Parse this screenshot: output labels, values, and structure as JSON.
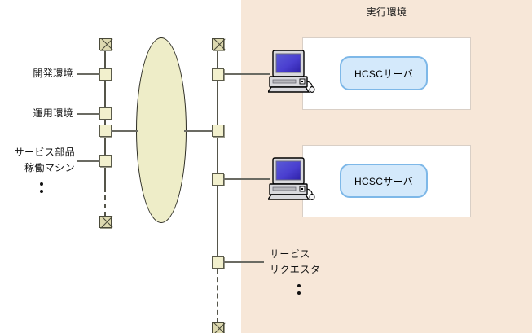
{
  "diagram": {
    "title": "実行環境",
    "background_color": "#f7e7d8",
    "left_labels": [
      {
        "id": "dev",
        "text": "開発環境"
      },
      {
        "id": "ops",
        "text": "運用環境"
      },
      {
        "id": "service-machine-line1",
        "text": "サービス部品"
      },
      {
        "id": "service-machine-line2",
        "text": "稼働マシン"
      }
    ],
    "right_labels": [
      {
        "id": "requester-line1",
        "text": "サービス"
      },
      {
        "id": "requester-line2",
        "text": "リクエスタ"
      }
    ],
    "servers": [
      {
        "id": "hcsc-server-1",
        "text": "HCSCサーバ"
      },
      {
        "id": "hcsc-server-2",
        "text": "HCSCサーバ"
      }
    ],
    "colors": {
      "panel": "#f7e7d8",
      "node_fill": "#f2f0cd",
      "node_border": "#5a5a4a",
      "ellipse_fill": "#eeedc8",
      "server_fill": "#d4e9fb",
      "server_border": "#7eb8e8",
      "line": "#55554a",
      "white_box": "#ffffff"
    },
    "icons": {
      "terminator": "x-box-icon",
      "node": "square-node-icon",
      "network": "ellipse-network-icon",
      "computer": "desktop-computer-icon",
      "ellipsis": "vertical-ellipsis-icon"
    }
  }
}
